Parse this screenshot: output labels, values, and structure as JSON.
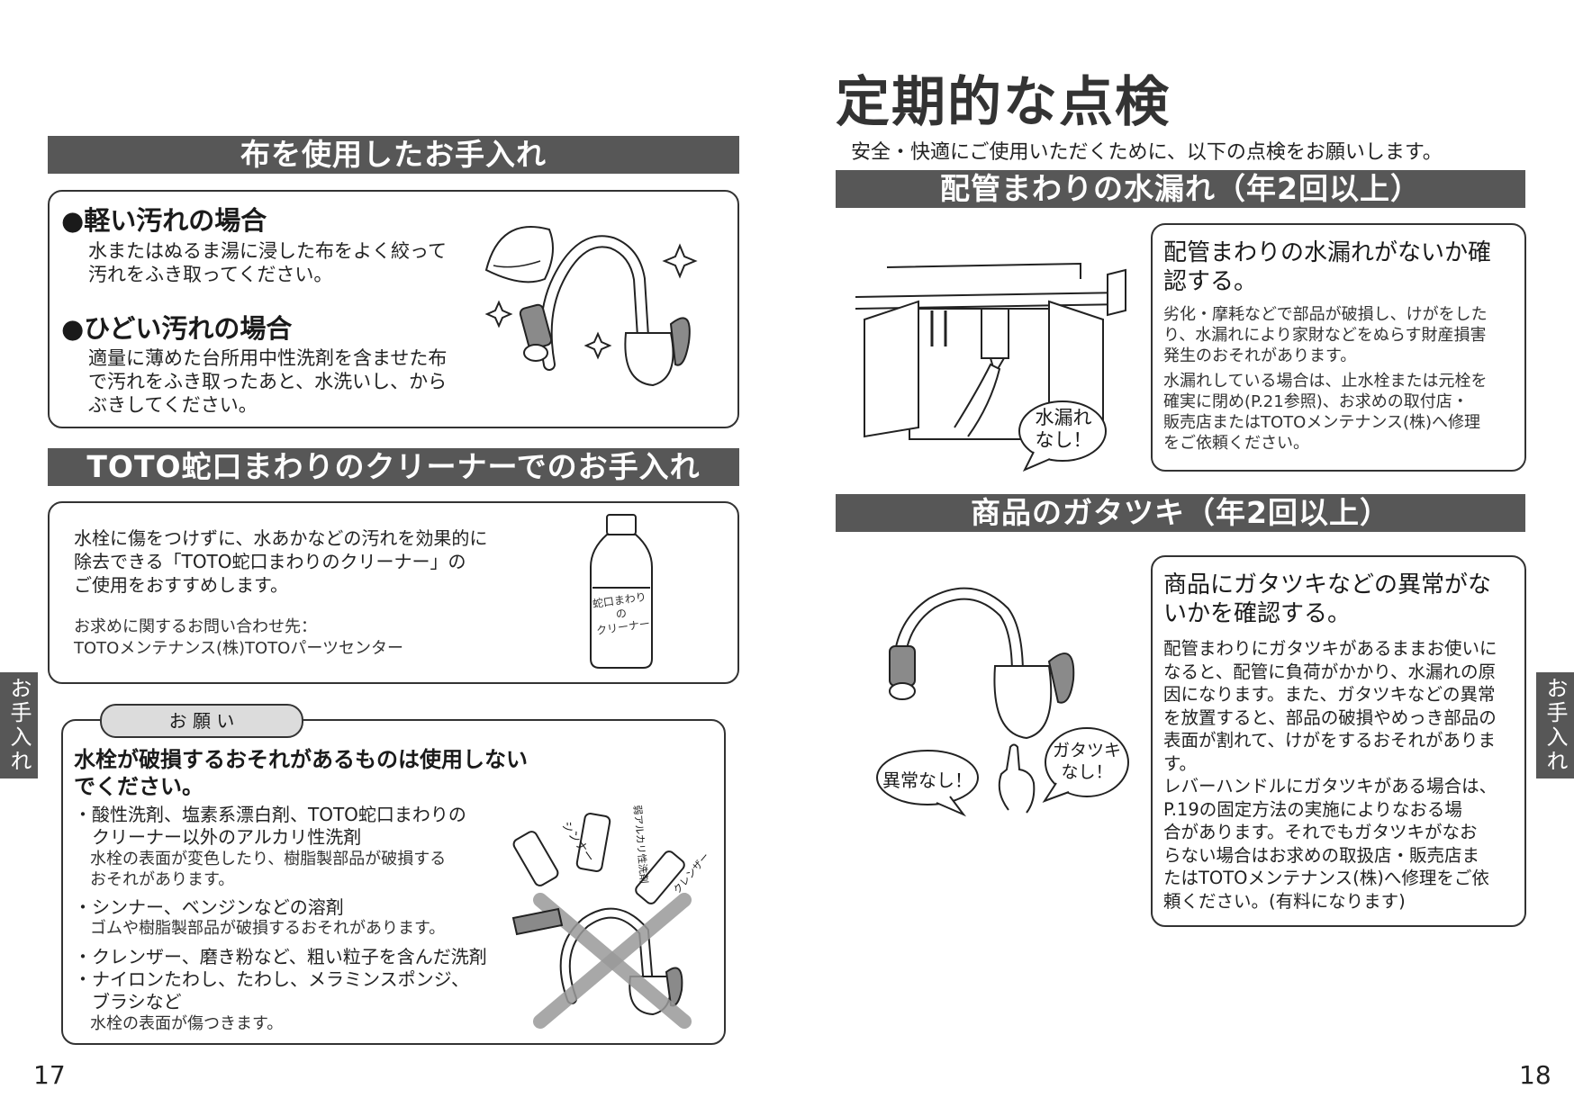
{
  "left_page": {
    "section_cloth": {
      "heading": "布を使用したお手入れ",
      "light": {
        "title": "●軽い汚れの場合",
        "text": "水またはぬるま湯に浸した布をよく絞って\n汚れをふき取ってください。"
      },
      "heavy": {
        "title": "●ひどい汚れの場合",
        "text": "適量に薄めた台所用中性洗剤を含ませた布\nで汚れをふき取ったあと、水洗いし、から\nぶきしてください。"
      }
    },
    "section_cleaner": {
      "heading": "TOTO蛇口まわりのクリーナーでのお手入れ",
      "text": "水栓に傷をつけずに、水あかなどの汚れを効果的に\n除去できる「TOTO蛇口まわりのクリーナー」の\nご使用をおすすめします。",
      "contact_label": "お求めに関するお問い合わせ先：",
      "contact_value": "TOTOメンテナンス(株)TOTOパーツセンター",
      "bottle_label": "蛇口まわりの\nクリーナー"
    },
    "request": {
      "tab": "お 願 い",
      "title": "水栓が破損するおそれがあるものは使用しない\nでください。",
      "items": [
        {
          "main": "・酸性洗剤、塩素系漂白剤、TOTO蛇口まわりの\n　クリーナー以外のアルカリ性洗剤",
          "note": "　水栓の表面が変色したり、樹脂製部品が破損する\n　おそれがあります。"
        },
        {
          "main": "・シンナー、ベンジンなどの溶剤",
          "note": "　ゴムや樹脂製部品が破損するおそれがあります。"
        },
        {
          "main": "・クレンザー、磨き粉など、粗い粒子を含んだ洗剤",
          "note": ""
        },
        {
          "main": "・ナイロンたわし、たわし、メラミンスポンジ、\n　ブラシなど",
          "note": "　水栓の表面が傷つきます。"
        }
      ],
      "illus_labels": {
        "thinner": "シンナー",
        "alkali": "弱アルカリ性洗剤",
        "cleanser": "クレンザー"
      }
    },
    "side_tab": "お手入れ",
    "page_number": "17"
  },
  "right_page": {
    "title": "定期的な点検",
    "intro": "安全・快適にご使用いただくために、以下の点検をお願いします。",
    "section_leak": {
      "heading": "配管まわりの水漏れ（年2回以上）",
      "box_title": "配管まわりの水漏れがないか確\n認する。",
      "text1": "劣化・摩耗などで部品が破損し、けがをした\nり、水漏れにより家財などをぬらす財産損害\n発生のおそれがあります。",
      "text2": "水漏れしている場合は、止水栓または元栓を\n確実に閉め(P.21参照)、お求めの取付店・\n販売店またはTOTOメンテナンス(株)へ修理\nをご依頼ください。",
      "bubble": "水漏れ\nなし！"
    },
    "section_shaky": {
      "heading": "商品のガタツキ（年2回以上）",
      "box_title": "商品にガタツキなどの異常がな\nいかを確認する。",
      "text1": "配管まわりにガタツキがあるままお使いに\nなると、配管に負荷がかかり、水漏れの原\n因になります。また、ガタツキなどの異常\nを放置すると、部品の破損やめっき部品の\n表面が割れて、けがをするおそれがありま\nす。",
      "text2": "レバーハンドルにガタツキがある場合は、\nP.19の固定方法の実施によりなおる場\n合があります。それでもガタツキがなお\nらない場合はお求めの取扱店・販売店ま\nたはTOTOメンテナンス(株)へ修理をご依\n頼ください。(有料になります)",
      "bubble_left": "異常なし！",
      "bubble_right": "ガタツキ\nなし！"
    },
    "side_tab": "お手入れ",
    "page_number": "18"
  }
}
